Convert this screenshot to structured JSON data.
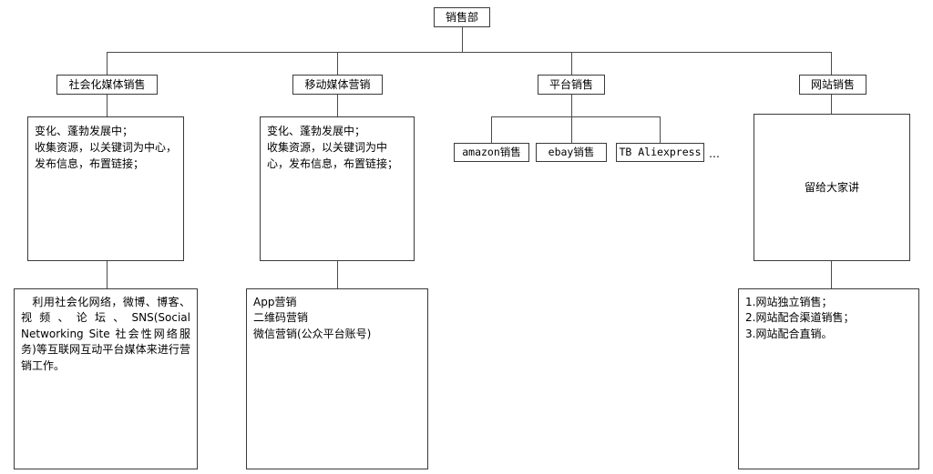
{
  "diagram": {
    "title": "销售部",
    "root": {
      "label": "销售部"
    },
    "branches": [
      {
        "label": "社会化媒体销售"
      },
      {
        "label": "移动媒体营销"
      },
      {
        "label": "平台销售"
      },
      {
        "label": "网站销售"
      }
    ],
    "platform_children": [
      {
        "label": "amazon销售"
      },
      {
        "label": "ebay销售"
      },
      {
        "label": "TB Aliexpress"
      }
    ],
    "platform_more": "…",
    "detail_panels": {
      "social_media": "变化、蓬勃发展中；\n收集资源，以关键词为中心，发布信息，布置链接；",
      "mobile_media": "变化、蓬勃发展中；\n收集资源，以关键词为中心，发布信息，布置链接；",
      "website": "留给大家讲"
    },
    "bottom_panels": {
      "social_media": "　利用社会化网络，微博、博客、视频、论坛、SNS(Social Networking Site 社会性网络服务)等互联网互动平台媒体来进行营销工作。",
      "mobile_media": "App营销\n二维码营销\n微信营销(公众平台账号)",
      "website": "1.网站独立销售；\n2.网站配合渠道销售；\n3.网站配合直销。"
    },
    "colors": {
      "stroke": "#3a3a3a",
      "connector": "#4a4a4a",
      "background": "#ffffff",
      "text": "#000000"
    }
  }
}
